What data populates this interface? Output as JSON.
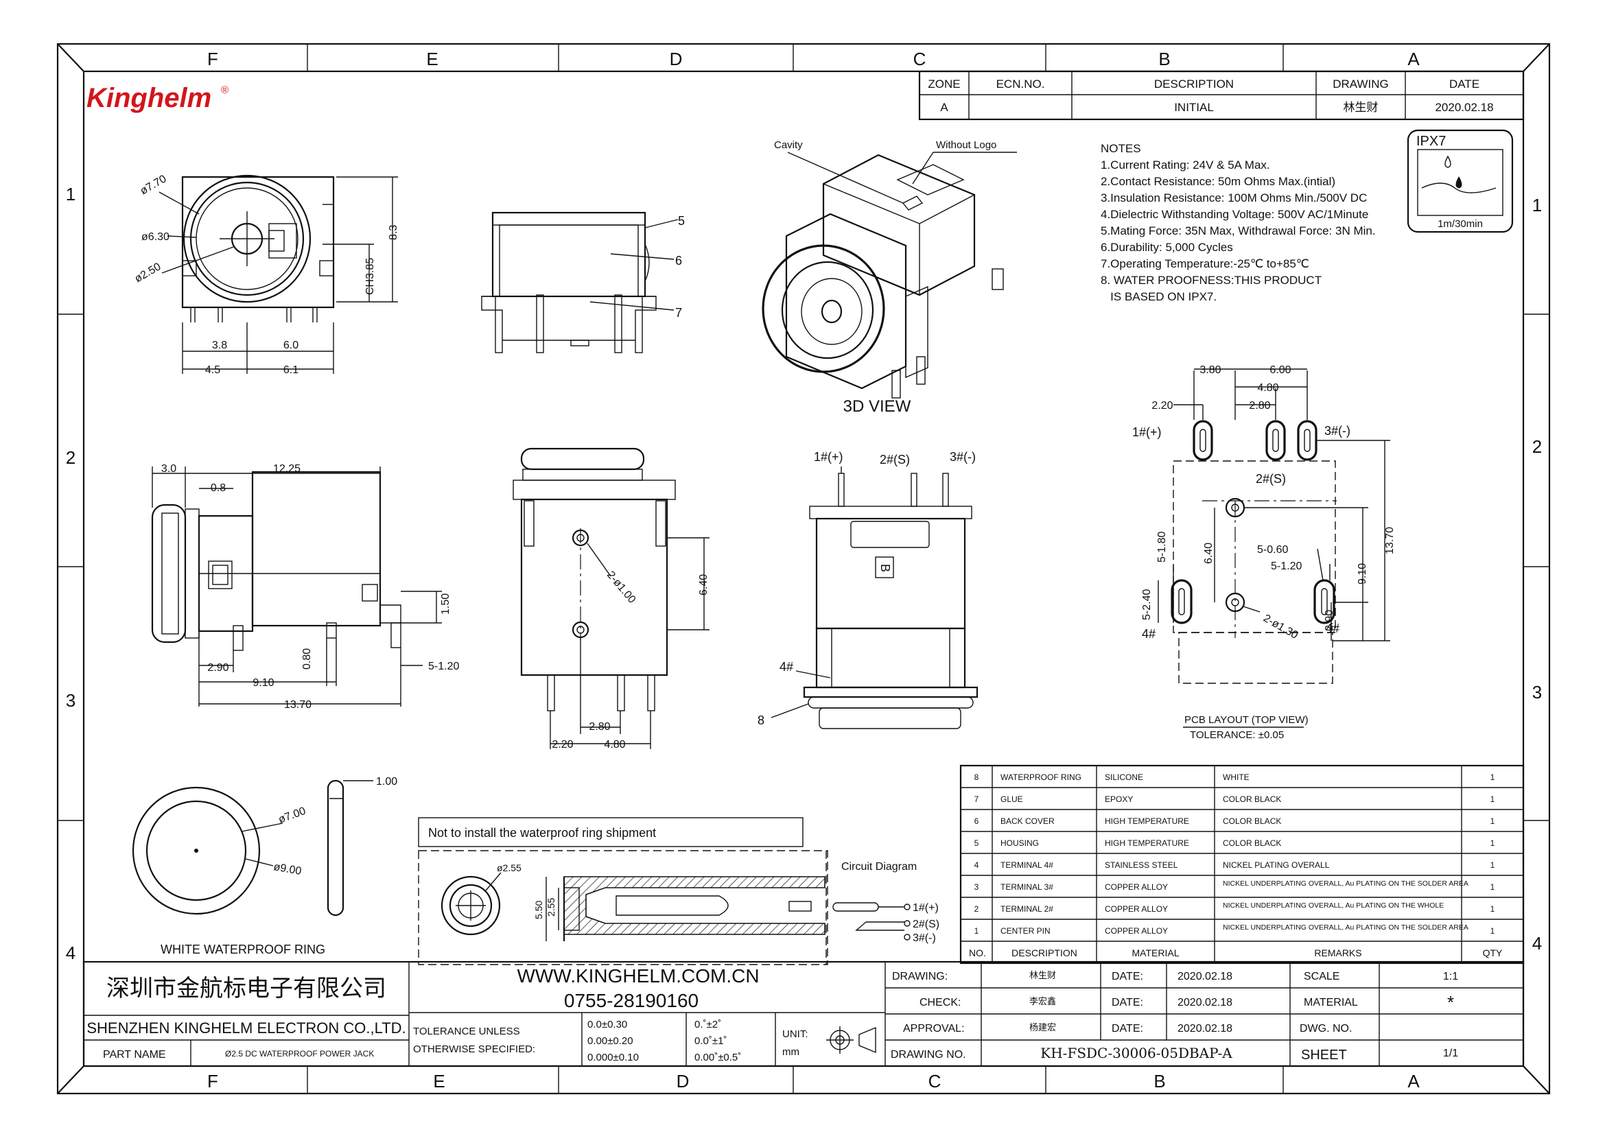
{
  "brand": {
    "logo": "Kinghelm",
    "registered": "®"
  },
  "zones": {
    "cols": [
      "F",
      "E",
      "D",
      "C",
      "B",
      "A"
    ],
    "rows": [
      "1",
      "2",
      "3",
      "4"
    ]
  },
  "revision": {
    "headers": [
      "ZONE",
      "ECN.NO.",
      "DESCRIPTION",
      "DRAWING",
      "DATE"
    ],
    "row": [
      "A",
      "",
      "INITIAL",
      "林生财",
      "2020.02.18"
    ]
  },
  "ipx7": {
    "title": "IPX7",
    "caption": "1m/30min"
  },
  "notes": {
    "title": "NOTES",
    "lines": [
      "1.Current Rating: 24V & 5A Max.",
      "2.Contact Resistance: 50m Ohms Max.(intial)",
      "3.Insulation Resistance: 100M Ohms Min./500V DC",
      "4.Dielectric Withstanding Voltage: 500V AC/1Minute",
      "5.Mating Force: 35N Max, Withdrawal Force: 3N Min.",
      "6.Durability: 5,000 Cycles",
      "7.Operating Temperature:-25℃ to+85℃",
      "8. WATER PROOFNESS:THIS PRODUCT",
      "   IS BASED ON IPX7."
    ]
  },
  "views": {
    "front": {
      "d770": "ø7.70",
      "d630": "ø6.30",
      "d250": "ø2.50",
      "h83": "8.3",
      "h385": "CH3.85",
      "w38": "3.8",
      "w60": "6.0",
      "w45": "4.5",
      "w61": "6.1"
    },
    "side_callouts": {
      "c5": "5",
      "c6": "6",
      "c7": "7"
    },
    "iso": {
      "cavity": "Cavity",
      "nologo": "Without Logo",
      "title": "3D VIEW"
    },
    "side": {
      "d30": "3.0",
      "d1225": "12.25",
      "d08": "0.8",
      "d150": "1.50",
      "d290": "2.90",
      "d080": "0.80",
      "d512": "5-1.20",
      "d910": "9.10",
      "d1370": "13.70"
    },
    "top": {
      "holes": "2-ø1.00",
      "d640": "6.40",
      "d280": "2.80",
      "d220": "2.20",
      "d480": "4.80"
    },
    "back": {
      "p1": "1#(+)",
      "p2": "2#(S)",
      "p3": "3#(-)",
      "p4": "4#",
      "p8": "8",
      "mark": "B"
    },
    "pcb": {
      "d380": "3.80",
      "d600": "6.00",
      "d480": "4.80",
      "d220": "2.20",
      "d280": "2.80",
      "p1": "1#(+)",
      "p3": "3#(-)",
      "p2": "2#(S)",
      "d518": "5-1.80",
      "d640": "6.40",
      "d560": "5-0.60",
      "d5120": "5-1.20",
      "d524": "5-2.40",
      "p4a": "4#",
      "p4b": "4#",
      "holes": "2-ø1.30",
      "d290": "2.90",
      "d910": "9.10",
      "d1370": "13.70",
      "title": "PCB LAYOUT (TOP VIEW)",
      "tol": "TOLERANCE: ±0.05"
    },
    "ring": {
      "d100": "1.00",
      "d700": "ø7.00",
      "d900": "ø9.00",
      "title": "WHITE WATERPROOF RING"
    },
    "section": {
      "notice": "Not to install the waterproof ring shipment",
      "d255": "ø2.55",
      "h550": "5.50",
      "h255": "2.55"
    },
    "circuit": {
      "title": "Circuit Diagram",
      "p1": "1#(+)",
      "p2": "2#(S)",
      "p3": "3#(-)"
    }
  },
  "bom": {
    "headers": [
      "NO.",
      "DESCRIPTION",
      "MATERIAL",
      "REMARKS",
      "QTY"
    ],
    "rows": [
      [
        "8",
        "WATERPROOF RING",
        "SILICONE",
        "WHITE",
        "1"
      ],
      [
        "7",
        "GLUE",
        "EPOXY",
        "COLOR BLACK",
        "1"
      ],
      [
        "6",
        "BACK COVER",
        "HIGH TEMPERATURE",
        "COLOR BLACK",
        "1"
      ],
      [
        "5",
        "HOUSING",
        "HIGH TEMPERATURE",
        "COLOR BLACK",
        "1"
      ],
      [
        "4",
        "TERMINAL 4#",
        "STAINLESS STEEL",
        "NICKEL PLATING OVERALL",
        "1"
      ],
      [
        "3",
        "TERMINAL 3#",
        "COPPER ALLOY",
        "NICKEL UNDERPLATING OVERALL, Au PLATING ON THE SOLDER AREA",
        "1"
      ],
      [
        "2",
        "TERMINAL 2#",
        "COPPER ALLOY",
        "NICKEL UNDERPLATING OVERALL, Au PLATING ON THE WHOLE",
        "1"
      ],
      [
        "1",
        "CENTER PIN",
        "COPPER ALLOY",
        "NICKEL UNDERPLATING OVERALL, Au PLATING ON THE SOLDER AREA",
        "1"
      ]
    ]
  },
  "title_block": {
    "company_cn": "深圳市金航标电子有限公司",
    "company_en": "SHENZHEN KINGHELM ELECTRON CO.,LTD.",
    "website": "WWW.KINGHELM.COM.CN",
    "phone": "0755-28190160",
    "part_name_label": "PART NAME",
    "part_name": "Ø2.5 DC WATERPROOF POWER JACK",
    "tol_label1": "TOLERANCE UNLESS",
    "tol_label2": "OTHERWISE SPECIFIED:",
    "tol1": "0.0±0.30",
    "tol2": "0.00±0.20",
    "tol3": "0.000±0.10",
    "ang1": "0.˚±2˚",
    "ang2": "0.0˚±1˚",
    "ang3": "0.00˚±0.5˚",
    "unit_label": "UNIT:",
    "unit": "mm",
    "drawing_label": "DRAWING:",
    "drawing_by": "林生财",
    "check_label": "CHECK:",
    "check_by": "李宏鑫",
    "approval_label": "APPROVAL:",
    "approval_by": "杨建宏",
    "drawingno_label": "DRAWING NO.",
    "drawing_no": "KH-FSDC-30006-05DBAP-A",
    "date_label": "DATE:",
    "date1": "2020.02.18",
    "date2": "2020.02.18",
    "date3": "2020.02.18",
    "scale_label": "SCALE",
    "scale": "1:1",
    "material_label": "MATERIAL",
    "material": "*",
    "dwgno_label": "DWG. NO.",
    "dwgno": "",
    "sheet_label": "SHEET",
    "sheet": "1/1"
  }
}
